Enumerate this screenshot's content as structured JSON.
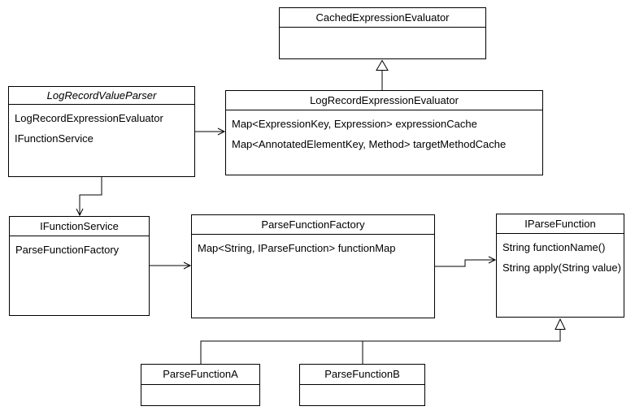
{
  "diagram": {
    "kind": "uml-class-diagram",
    "colors": {
      "background": "#ffffff",
      "box_fill": "#ffffff",
      "box_border": "#000000",
      "line": "#000000",
      "text": "#000000"
    },
    "classes": [
      {
        "name": "CachedExpressionEvaluator",
        "abstract": false,
        "members": []
      },
      {
        "name": "LogRecordValueParser",
        "abstract": true,
        "members": [
          "LogRecordExpressionEvaluator",
          "IFunctionService"
        ]
      },
      {
        "name": "LogRecordExpressionEvaluator",
        "abstract": false,
        "members": [
          "Map<ExpressionKey, Expression> expressionCache",
          "Map<AnnotatedElementKey, Method> targetMethodCache"
        ]
      },
      {
        "name": "IFunctionService",
        "abstract": false,
        "members": [
          "ParseFunctionFactory"
        ]
      },
      {
        "name": "ParseFunctionFactory",
        "abstract": false,
        "members": [
          "Map<String, IParseFunction> functionMap"
        ]
      },
      {
        "name": "IParseFunction",
        "abstract": false,
        "members": [
          "String functionName()",
          "String apply(String value)"
        ]
      },
      {
        "name": "ParseFunctionA",
        "abstract": false,
        "members": []
      },
      {
        "name": "ParseFunctionB",
        "abstract": false,
        "members": []
      }
    ],
    "relationships": [
      {
        "from": "LogRecordExpressionEvaluator",
        "to": "CachedExpressionEvaluator",
        "type": "generalization"
      },
      {
        "from": "LogRecordValueParser",
        "to": "LogRecordExpressionEvaluator",
        "type": "association"
      },
      {
        "from": "LogRecordValueParser",
        "to": "IFunctionService",
        "type": "association"
      },
      {
        "from": "IFunctionService",
        "to": "ParseFunctionFactory",
        "type": "association"
      },
      {
        "from": "ParseFunctionFactory",
        "to": "IParseFunction",
        "type": "association"
      },
      {
        "from": "ParseFunctionA",
        "to": "IParseFunction",
        "type": "generalization"
      },
      {
        "from": "ParseFunctionB",
        "to": "IParseFunction",
        "type": "generalization"
      }
    ]
  }
}
